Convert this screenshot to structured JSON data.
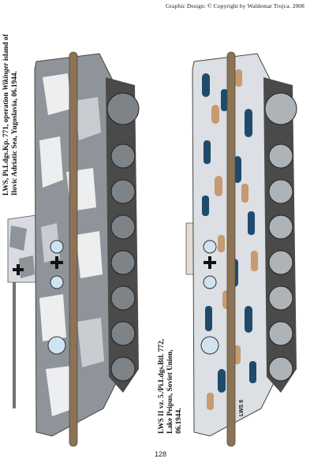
{
  "credit": "Graphic Design: © Copyright by Waldemar Trojca. 2008",
  "page_number": "128",
  "left_caption": {
    "line1_pre": "LWS, Pi.Ldgs.Kp. 771, operation ",
    "line1_italic": "Wikinger",
    "line1_post": " island of",
    "line2": "Ilovic Adriatic Sea, Yugoslavia, 06.1944."
  },
  "right_caption": {
    "line1": "LWS II vz. 5./Pi.Ldgs.Btl. 772,",
    "line2": "Lake Peipus, Soviet Union,",
    "line3": "06.1944."
  },
  "right_vehicle_marking": "LWS II",
  "colors": {
    "grey_base": "#8e949a",
    "light_grey": "#c9ccd1",
    "white_patch": "#eceef0",
    "tan": "#c79a72",
    "blue": "#1f4a6b",
    "log": "#8a7356",
    "track": "#4a4a4a"
  },
  "icons": [
    "balkenkreuz-icon",
    "balkenkreuz-icon",
    "balkenkreuz-icon"
  ]
}
